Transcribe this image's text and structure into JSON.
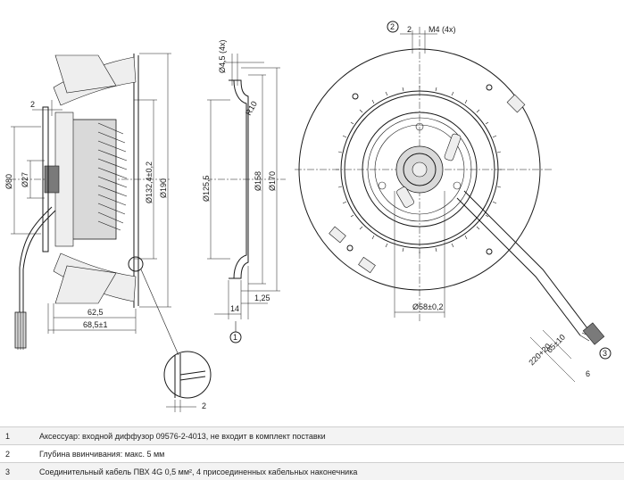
{
  "dimensions": {
    "d80": "Ø80",
    "d27": "Ø27",
    "d132": "Ø132,4±0,2",
    "d190": "Ø190",
    "d125": "Ø125,5",
    "d158": "Ø158",
    "d170": "Ø170",
    "d58": "Ø58±0,2",
    "d45": "Ø4,5 (4x)",
    "r10": "R10",
    "w2": "2",
    "w625": "62,5",
    "w685": "68,5±1",
    "w14": "14",
    "w125": "1,25",
    "m4": "M4 (4x)",
    "c2": "2",
    "l220": "220+20",
    "l65": "65±10",
    "l6": "6",
    "detail2": "2"
  },
  "callouts": {
    "one": "1",
    "two": "2",
    "three": "3"
  },
  "notes": [
    {
      "num": "1",
      "text": "Аксессуар: входной диффузор 09576-2-4013, не входит в комплект поставки"
    },
    {
      "num": "2",
      "text": "Глубина ввинчивания: макс. 5 мм"
    },
    {
      "num": "3",
      "text": "Соединительный кабель ПВХ 4G 0,5 мм², 4 присоединенных кабельных наконечника"
    }
  ]
}
